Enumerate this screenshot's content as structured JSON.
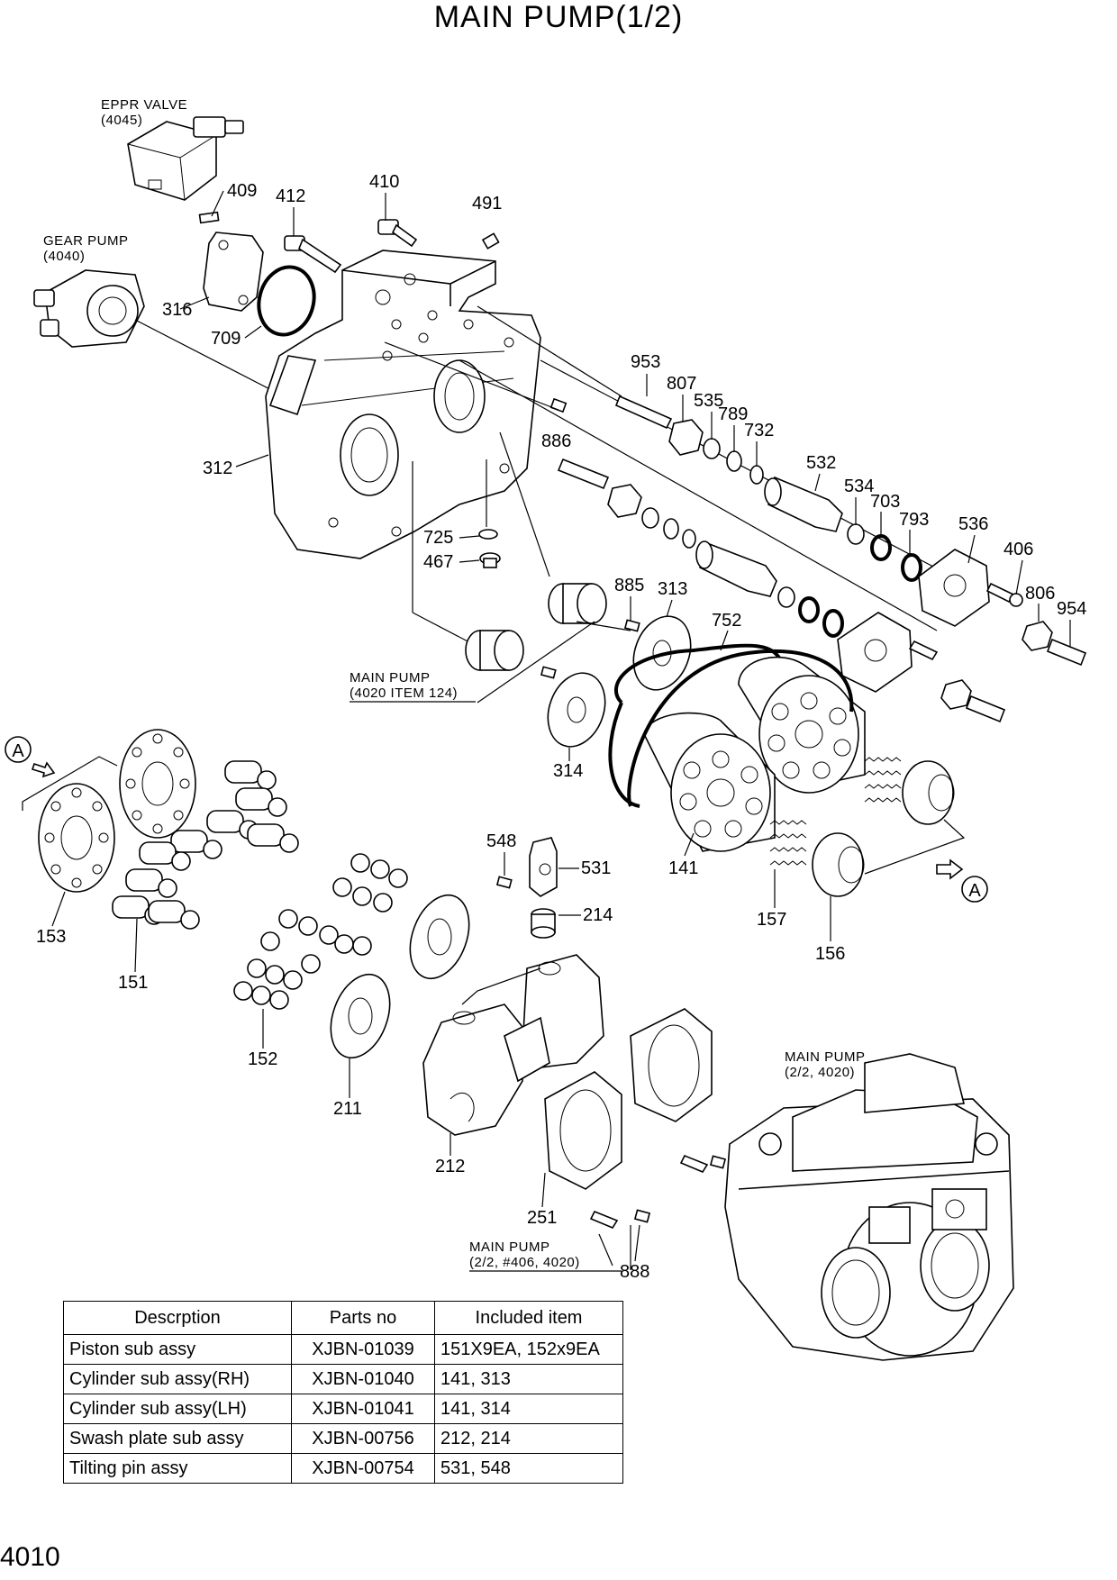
{
  "title": "MAIN PUMP(1/2)",
  "page_number": "4010",
  "notes": {
    "eppr_valve": [
      "EPPR VALVE",
      "(4045)"
    ],
    "gear_pump": [
      "GEAR PUMP",
      "(4040)"
    ],
    "main_pump_124": [
      "MAIN PUMP",
      "(4020 ITEM 124)"
    ],
    "main_pump_22_4020": [
      "MAIN PUMP",
      "(2/2, 4020)"
    ],
    "main_pump_22_406": [
      "MAIN PUMP",
      "(2/2, #406, 4020)"
    ]
  },
  "view_markers": {
    "a_left": "A",
    "a_right": "A"
  },
  "callouts": {
    "c409": "409",
    "c412": "412",
    "c410": "410",
    "c491": "491",
    "c316": "316",
    "c709": "709",
    "c312": "312",
    "c886": "886",
    "c725": "725",
    "c467": "467",
    "c953": "953",
    "c807": "807",
    "c535": "535",
    "c789": "789",
    "c732": "732",
    "c532": "532",
    "c534": "534",
    "c703": "703",
    "c793": "793",
    "c536": "536",
    "c406": "406",
    "c806": "806",
    "c954": "954",
    "c885": "885",
    "c313": "313",
    "c752": "752",
    "c314": "314",
    "c141": "141",
    "c157": "157",
    "c156": "156",
    "c548": "548",
    "c531": "531",
    "c214": "214",
    "c153": "153",
    "c151": "151",
    "c152": "152",
    "c211": "211",
    "c212": "212",
    "c251": "251",
    "c888": "888"
  },
  "table": {
    "headers": [
      "Descrption",
      "Parts no",
      "Included item"
    ],
    "rows": [
      [
        "Piston sub assy",
        "XJBN-01039",
        "151X9EA, 152x9EA"
      ],
      [
        "Cylinder sub assy(RH)",
        "XJBN-01040",
        "141, 313"
      ],
      [
        "Cylinder sub assy(LH)",
        "XJBN-01041",
        "141, 314"
      ],
      [
        "Swash plate sub assy",
        "XJBN-00756",
        "212, 214"
      ],
      [
        "Tilting pin assy",
        "XJBN-00754",
        "531, 548"
      ]
    ]
  }
}
